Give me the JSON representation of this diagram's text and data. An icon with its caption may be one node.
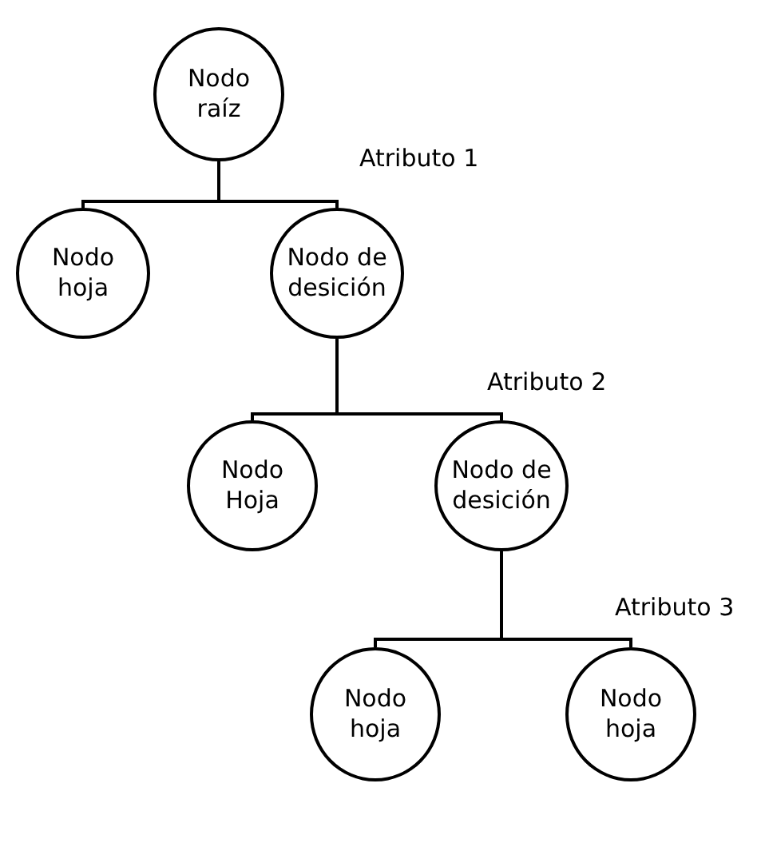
{
  "diagram": {
    "nodes": [
      {
        "text": [
          "Nodo raíz"
        ]
      },
      {
        "text": [
          "Nodo hoja"
        ]
      },
      {
        "text": [
          "Nodo de desición"
        ]
      },
      {
        "text": [
          "Nodo Hoja"
        ]
      },
      {
        "text": [
          "Nodo de desición"
        ]
      },
      {
        "text": [
          "Nodo hoja"
        ]
      },
      {
        "text": [
          "Nodo hoja"
        ]
      }
    ],
    "edges": [
      {
        "from": 0,
        "to": 1,
        "arrow": "none"
      },
      {
        "from": 0,
        "to": 2,
        "arrow": "none"
      },
      {
        "from": 2,
        "to": 3,
        "arrow": "none"
      },
      {
        "from": 2,
        "to": 4,
        "arrow": "none"
      },
      {
        "from": 4,
        "to": 5,
        "arrow": "none"
      },
      {
        "from": 4,
        "to": 6,
        "arrow": "none"
      }
    ],
    "labels": [
      "Atributo 1",
      "Atributo 2",
      "Atributo 3"
    ]
  }
}
